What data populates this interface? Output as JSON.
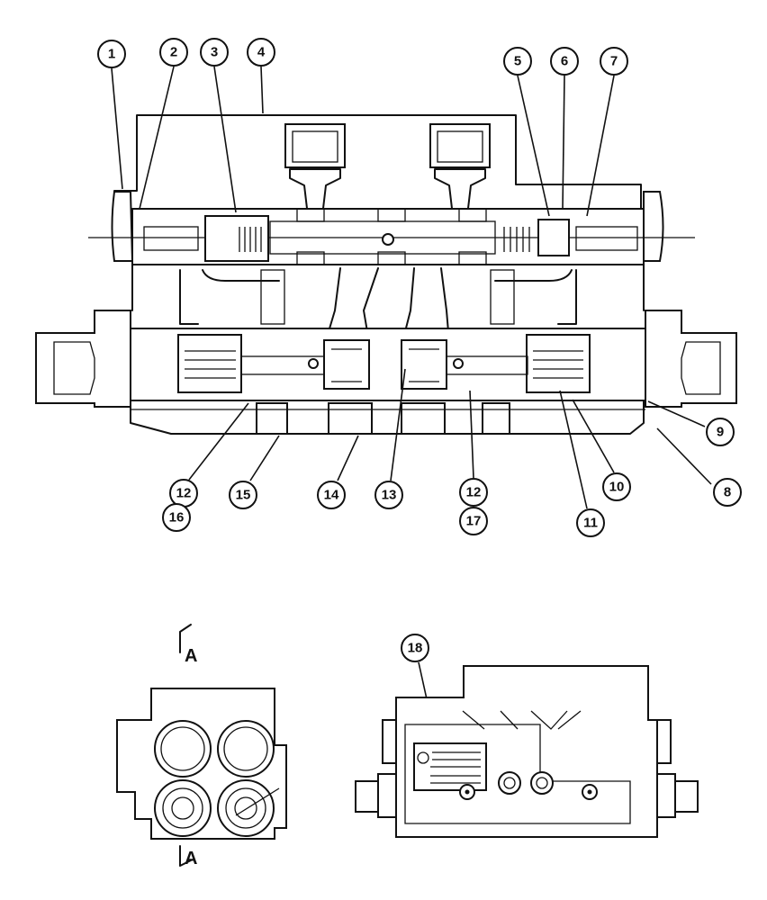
{
  "callouts": {
    "c1": "1",
    "c2": "2",
    "c3": "3",
    "c4": "4",
    "c5": "5",
    "c6": "6",
    "c7": "7",
    "c8": "8",
    "c9": "9",
    "c10": "10",
    "c11": "11",
    "c12a": "12",
    "c12b": "12",
    "c13": "13",
    "c14": "14",
    "c15": "15",
    "c16": "16",
    "c17": "17",
    "c18": "18"
  },
  "section_marks": {
    "top": "A",
    "bottom": "A"
  },
  "colors": {
    "line": "#111111",
    "background": "#ffffff"
  }
}
